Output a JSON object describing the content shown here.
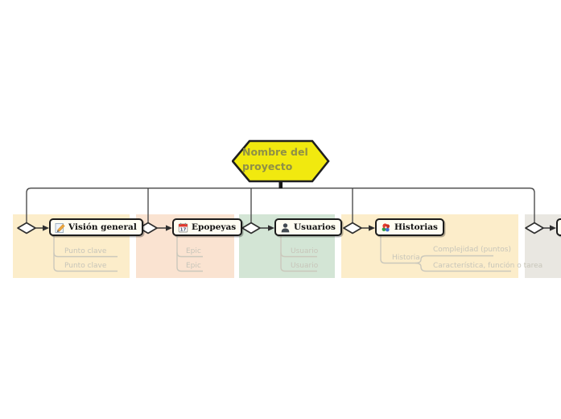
{
  "root": {
    "label": "Nombre del proyecto",
    "shape": "hexagon",
    "fill": "#f1e90f",
    "label_color": "#8f9046"
  },
  "branches": [
    {
      "label": "Visión general",
      "icon": "document-pencil-icon",
      "panel_color": "#fcedca",
      "children": [
        {
          "label": "Punto clave"
        },
        {
          "label": "Punto clave"
        }
      ]
    },
    {
      "label": "Epopeyas",
      "icon": "calendar-icon",
      "calendar_day": "17",
      "panel_color": "#fae3d1",
      "children": [
        {
          "label": "Epic"
        },
        {
          "label": "Epic"
        }
      ]
    },
    {
      "label": "Usuarios",
      "icon": "user-icon",
      "panel_color": "#d3e5d5",
      "children": [
        {
          "label": "Usuario"
        },
        {
          "label": "Usuario"
        }
      ]
    },
    {
      "label": "Historias",
      "icon": "flower-icon",
      "panel_color": "#fcedca",
      "children": [
        {
          "label": "Historia",
          "children": [
            {
              "label": "Complejidad (puntos)"
            },
            {
              "label": "Característica, función o tarea"
            }
          ]
        }
      ]
    },
    {
      "label": "",
      "panel_color": "#e9e7e1",
      "children": []
    }
  ],
  "colors": {
    "connector": "#4e4e4e",
    "branch_line": "#cbc8bc",
    "child_text": "#c7c5b9",
    "node_fill": "#fffdf2",
    "node_border": "#1c1c1c",
    "diamond_fill": "#ffffff",
    "diamond_border": "#2e2e2e"
  }
}
